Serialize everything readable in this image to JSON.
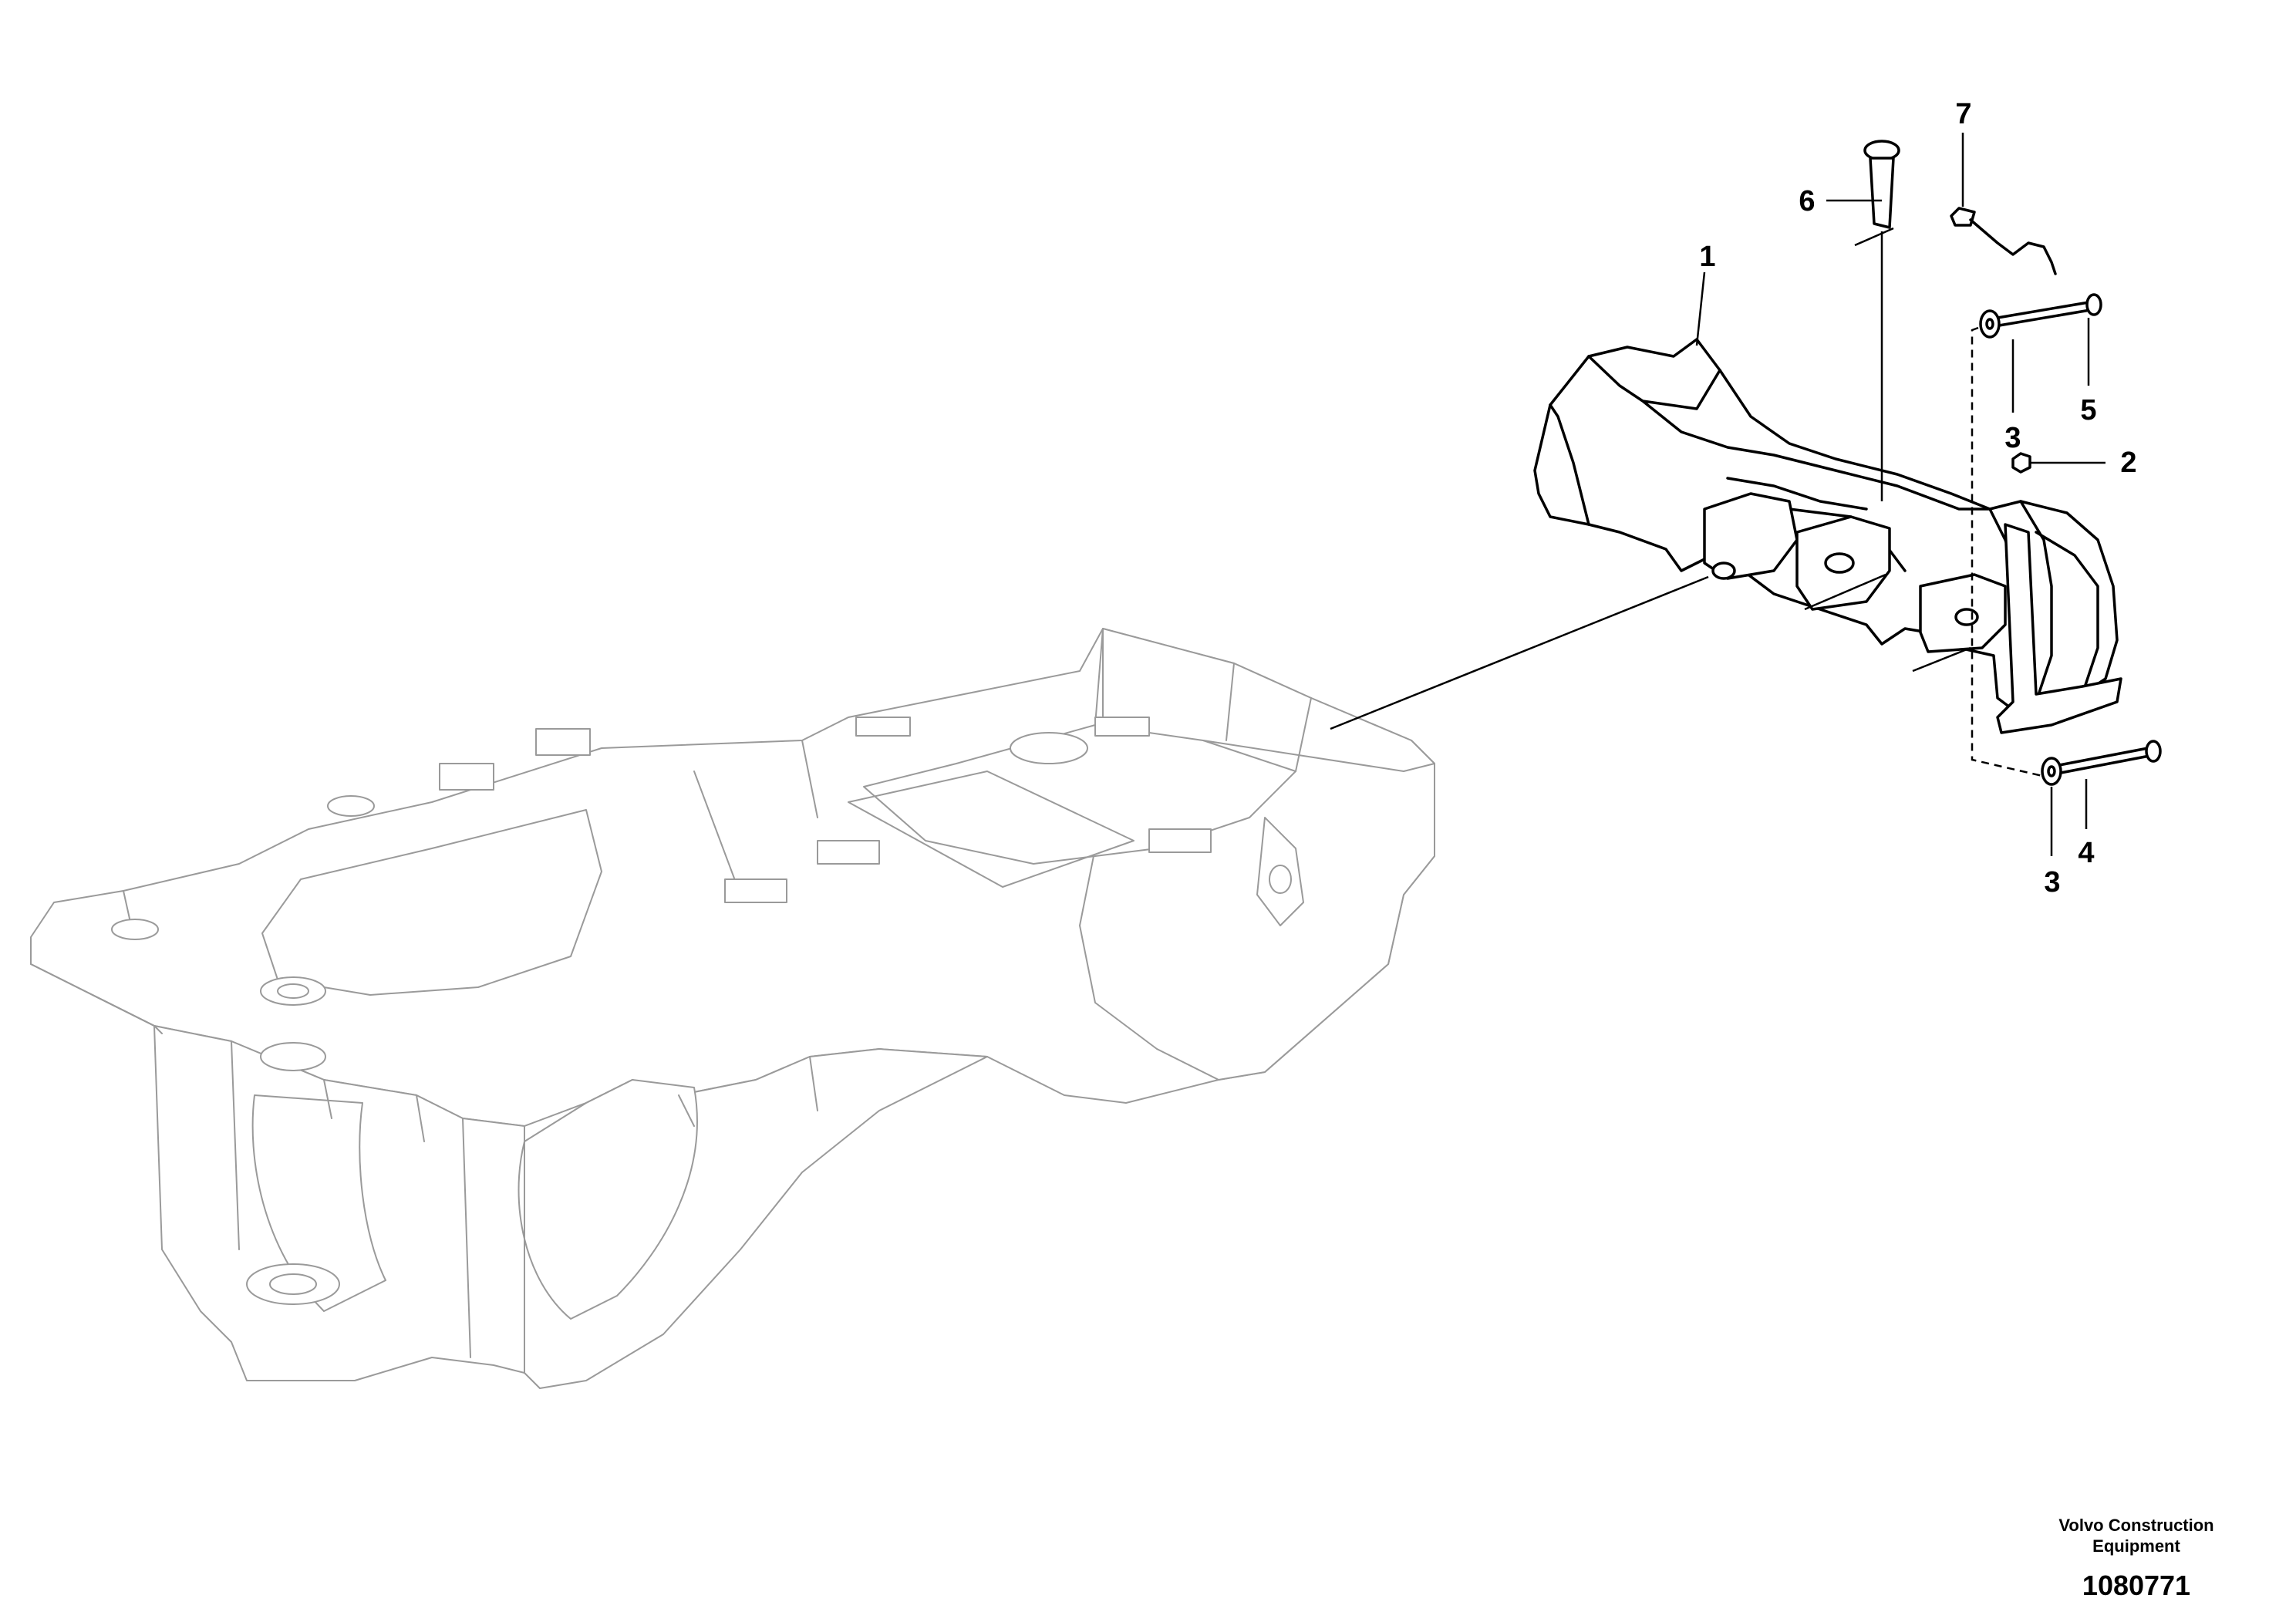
{
  "callouts": {
    "c1": "1",
    "c2": "2",
    "c3a": "3",
    "c3b": "3",
    "c4": "4",
    "c5": "5",
    "c6": "6",
    "c7": "7"
  },
  "footer": {
    "company_line1": "Volvo Construction",
    "company_line2": "Equipment",
    "drawing_number": "1080771"
  },
  "colors": {
    "frame_line": "#9a9a9a",
    "part_line": "#000000",
    "background": "#ffffff"
  }
}
